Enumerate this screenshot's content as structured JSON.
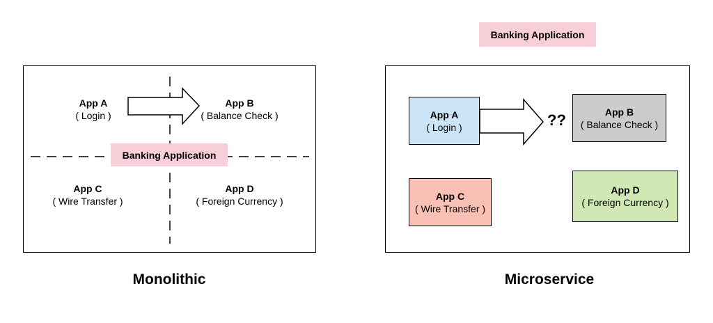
{
  "monolithic": {
    "caption": "Monolithic",
    "tag": "Banking Application",
    "apps": [
      {
        "name": "App A",
        "desc": "( Login )"
      },
      {
        "name": "App B",
        "desc": "( Balance Check )"
      },
      {
        "name": "App C",
        "desc": "( Wire Transfer )"
      },
      {
        "name": "App D",
        "desc": "( Foreign Currency )"
      }
    ]
  },
  "microservice": {
    "caption": "Microservice",
    "tag": "Banking Application",
    "question": "??",
    "apps": [
      {
        "name": "App A",
        "desc": "( Login )",
        "color": "#cce5f6"
      },
      {
        "name": "App B",
        "desc": "( Balance Check )",
        "color": "#cccccc"
      },
      {
        "name": "App C",
        "desc": "( Wire Transfer )",
        "color": "#f9c0b5"
      },
      {
        "name": "App D",
        "desc": "( Foreign Currency )",
        "color": "#cfe8b4"
      }
    ]
  },
  "colors": {
    "tag_background": "#f8cfd9"
  }
}
